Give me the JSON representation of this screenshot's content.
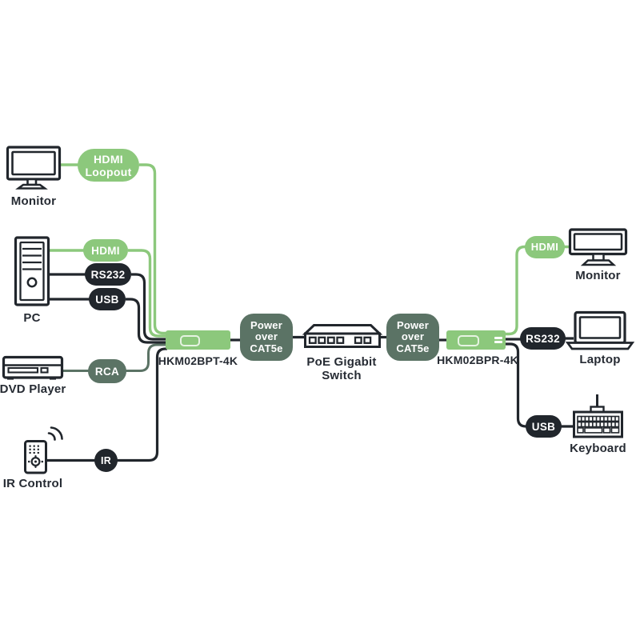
{
  "colors": {
    "accent_green": "#8cc87c",
    "sage_green": "#5b7365",
    "pill_black": "#21262c",
    "text_dark": "#262b33"
  },
  "devices": {
    "monitor_left": "Monitor",
    "pc": "PC",
    "dvd_player": "DVD Player",
    "ir_control": "IR Control",
    "transmitter": "HKM02BPT-4K",
    "switch": {
      "line1": "PoE Gigabit",
      "line2": "Switch"
    },
    "receiver": "HKM02BPR-4K",
    "monitor_right": "Monitor",
    "laptop": "Laptop",
    "keyboard": "Keyboard"
  },
  "pills": {
    "hdmi_loopout": {
      "line1": "HDMI",
      "line2": "Loopout"
    },
    "hdmi_left": "HDMI",
    "rs232_left": "RS232",
    "usb_left": "USB",
    "rca": "RCA",
    "ir": "IR",
    "hdmi_right": "HDMI",
    "rs232_right": "RS232",
    "usb_right": "USB"
  },
  "power_box": {
    "line1": "Power",
    "line2": "over",
    "line3": "CAT5e"
  }
}
